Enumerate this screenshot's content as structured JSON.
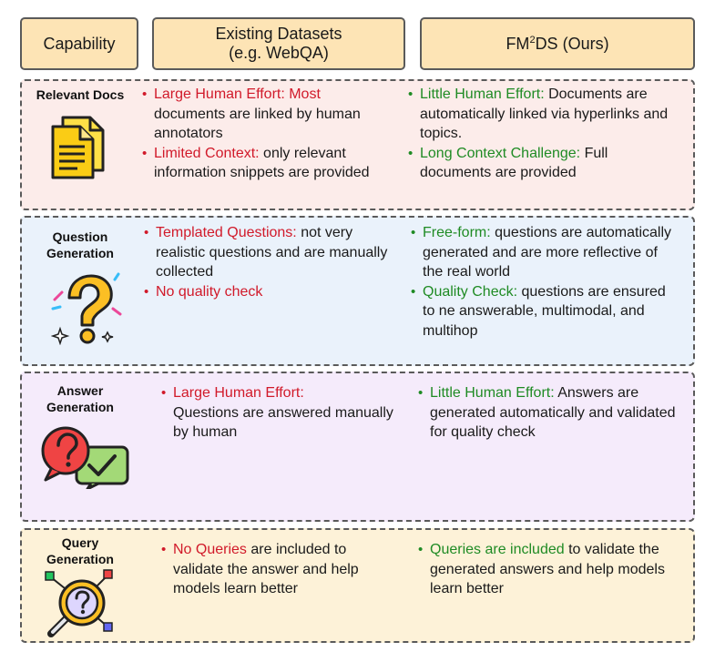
{
  "header": {
    "capability": "Capability",
    "existing_line1": "Existing Datasets",
    "existing_line2": "(e.g. WebQA)",
    "fm_prefix": "FM",
    "fm_sup": "2",
    "fm_suffix": "DS (Ours)"
  },
  "colors": {
    "negative": "#d11a2a",
    "positive": "#1f8b24",
    "header_fill": "#fde4b5"
  },
  "rows": [
    {
      "capability": "Relevant Docs",
      "icon": "document-icon",
      "existing": [
        {
          "highlight": "Large Human Effort: Most",
          "text": "documents are linked by human annotators"
        },
        {
          "highlight": "Limited Context:",
          "text": " only relevant information snippets are provided"
        }
      ],
      "ours": [
        {
          "highlight": "Little Human Effort:",
          "text": " Documents are automatically linked via  hyperlinks and topics."
        },
        {
          "highlight": "Long Context Challenge:",
          "text": " Full documents are provided"
        }
      ]
    },
    {
      "capability_line1": "Question",
      "capability_line2": "Generation",
      "icon": "question-mark-icon",
      "existing": [
        {
          "highlight": "Templated Questions:",
          "text": " not very realistic questions and are manually collected"
        },
        {
          "highlight": "No quality check",
          "text": ""
        }
      ],
      "ours": [
        {
          "highlight": "Free-form:",
          "text": " questions are automatically generated and are more reflective of the real world"
        },
        {
          "highlight": "Quality Check:",
          "text": "  questions are ensured to ne answerable, multimodal, and multihop"
        }
      ]
    },
    {
      "capability_line1": "Answer",
      "capability_line2": "Generation",
      "icon": "chat-check-icon",
      "existing": [
        {
          "highlight": "Large Human Effort:",
          "text": "Questions are answered manually by human"
        }
      ],
      "ours": [
        {
          "highlight": "Little Human Effort:",
          "text": " Answers are generated automatically and validated for quality check"
        }
      ]
    },
    {
      "capability_line1": "Query",
      "capability_line2": "Generation",
      "icon": "search-question-icon",
      "existing": [
        {
          "highlight": "No Queries",
          "text": " are included to validate the answer and help models learn better"
        }
      ],
      "ours": [
        {
          "highlight": "Queries are included",
          "text": " to validate the generated answers and help models learn better"
        }
      ]
    }
  ]
}
